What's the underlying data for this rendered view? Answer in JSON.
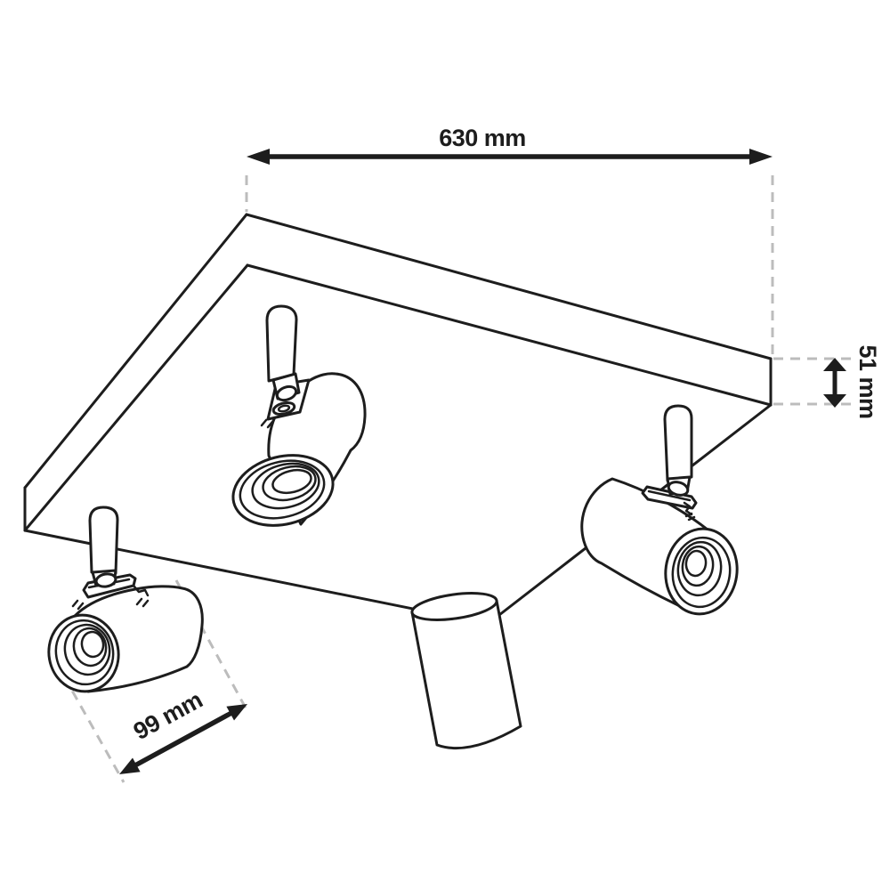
{
  "diagram": {
    "dimensions": {
      "width": {
        "label": "630 mm"
      },
      "thickness": {
        "label": "51 mm"
      },
      "spot_length": {
        "label": "99 mm"
      }
    },
    "colors": {
      "line": "#1d1d1d",
      "extension_dash": "#bcbcbc",
      "label": "#1d1d1d",
      "background": "#ffffff"
    }
  }
}
